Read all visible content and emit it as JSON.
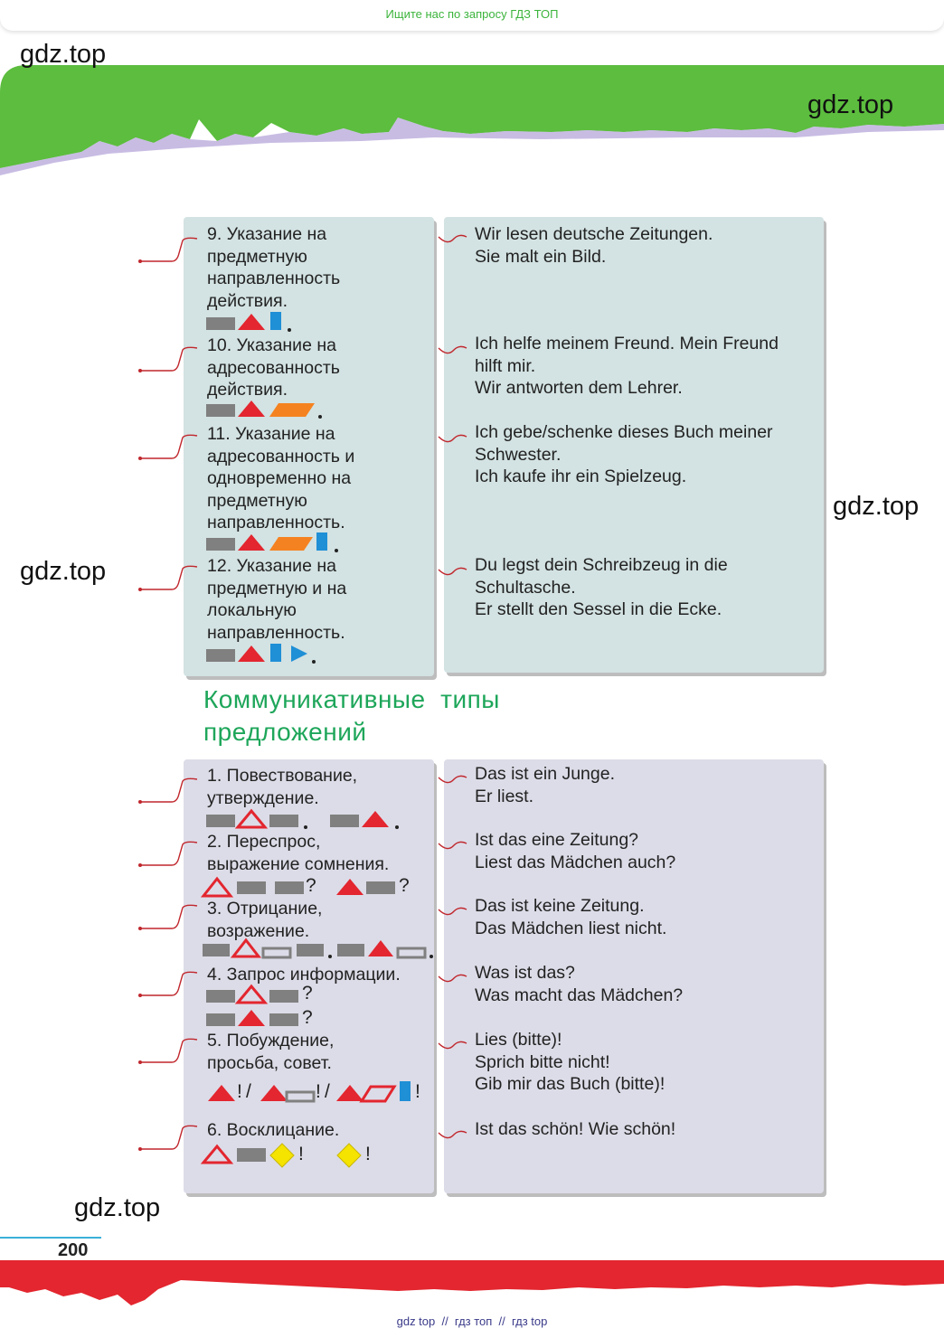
{
  "top_banner": "Ищите нас по запросу ГДЗ ТОП",
  "watermark": "gdz.top",
  "heading": [
    "Коммуникативные  типы",
    "предложений"
  ],
  "page_number": "200",
  "footer": "gdz top  //  гдз топ  //  гдз top",
  "colors": {
    "green": "#5cbd3e",
    "red": "#e3262f",
    "teal_panel": "#d3e2e2",
    "lavender_panel": "#dcdce8",
    "heading": "#1ea65a",
    "connector": "#c0272d"
  },
  "section1": {
    "items": [
      {
        "lines": [
          "9. Указание на",
          "предметную",
          "направленность",
          "действия."
        ],
        "symbol_desc": "rect triangle bar ."
      },
      {
        "lines": [
          "10. Указание на",
          "адресованность",
          "действия."
        ],
        "symbol_desc": "rect triangle parallelogram ."
      },
      {
        "lines": [
          "11. Указание на",
          "адресованность и",
          "одновременно на",
          "предметную",
          "направленность."
        ],
        "symbol_desc": "rect triangle parallelogram bar ."
      },
      {
        "lines": [
          "12. Указание на",
          "предметную и на",
          "локальную",
          "направленность."
        ],
        "symbol_desc": "rect triangle bar arrow ."
      }
    ],
    "examples": [
      [
        "Wir lesen deutsche Zeitungen.",
        "Sie malt ein Bild."
      ],
      [
        "Ich helfe meinem Freund. Mein Freund",
        "hilft mir.",
        "Wir antworten dem Lehrer."
      ],
      [
        "Ich gebe/schenke dieses Buch meiner",
        "Schwester.",
        "Ich kaufe ihr ein Spielzeug."
      ],
      [
        "Du legst dein Schreibzeug in die",
        "Schultasche.",
        "Er stellt den Sessel in die Ecke."
      ]
    ]
  },
  "section2": {
    "items": [
      {
        "lines": [
          "1. Повествование,",
          "утверждение."
        ]
      },
      {
        "lines": [
          "2. Переспрос,",
          "выражение сомнения."
        ]
      },
      {
        "lines": [
          "3. Отрицание,",
          "возражение."
        ]
      },
      {
        "lines": [
          "4. Запрос информации."
        ]
      },
      {
        "lines": [
          "5. Побуждение,",
          "просьба, совет."
        ]
      },
      {
        "lines": [
          "6. Восклицание."
        ]
      }
    ],
    "examples": [
      [
        "Das ist ein Junge.",
        "Er liest."
      ],
      [
        "Ist das eine Zeitung?",
        "Liest das Mädchen auch?"
      ],
      [
        "Das ist keine Zeitung.",
        "Das Mädchen liest nicht."
      ],
      [
        "Was ist das?",
        "Was macht das Mädchen?"
      ],
      [
        "Lies (bitte)!",
        "Sprich bitte nicht!",
        "Gib mir das Buch (bitte)!"
      ],
      [
        "Ist das schön! Wie schön!"
      ]
    ],
    "punct": {
      "dot": ".",
      "q": "?",
      "excl": "!",
      "slash": "/"
    }
  }
}
